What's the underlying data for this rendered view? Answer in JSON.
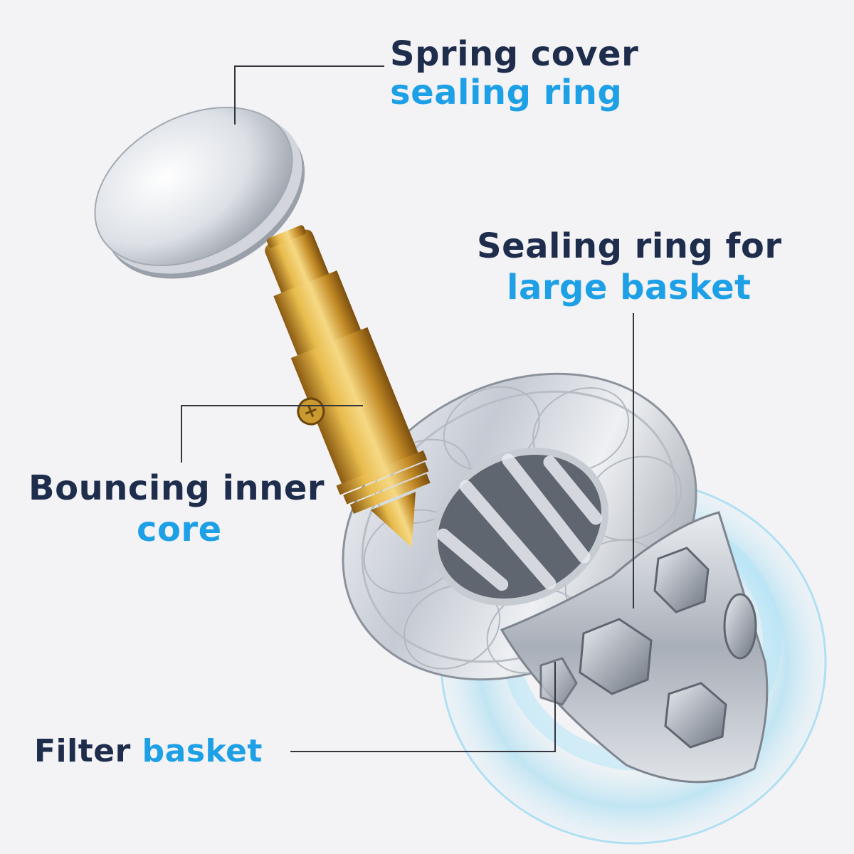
{
  "labels": {
    "spring_cover": {
      "dark": "Spring cover",
      "blue": "sealing ring"
    },
    "sealing_ring": {
      "dark": "Sealing ring for",
      "blue": "large basket"
    },
    "bouncing_core": {
      "dark": "Bouncing inner",
      "blue": "core"
    },
    "filter_basket": {
      "dark": "Filter",
      "blue": "basket"
    }
  },
  "colors": {
    "label_dark": "#1f2d4d",
    "label_blue": "#1ea0e6",
    "background": "#f3f3f5",
    "chrome": "#c9ced6",
    "brass": "#d9a93a",
    "water": "#9fdcf3"
  },
  "parts": [
    "spring-cover",
    "brass-core",
    "flange",
    "filter-basket",
    "water-ring"
  ]
}
